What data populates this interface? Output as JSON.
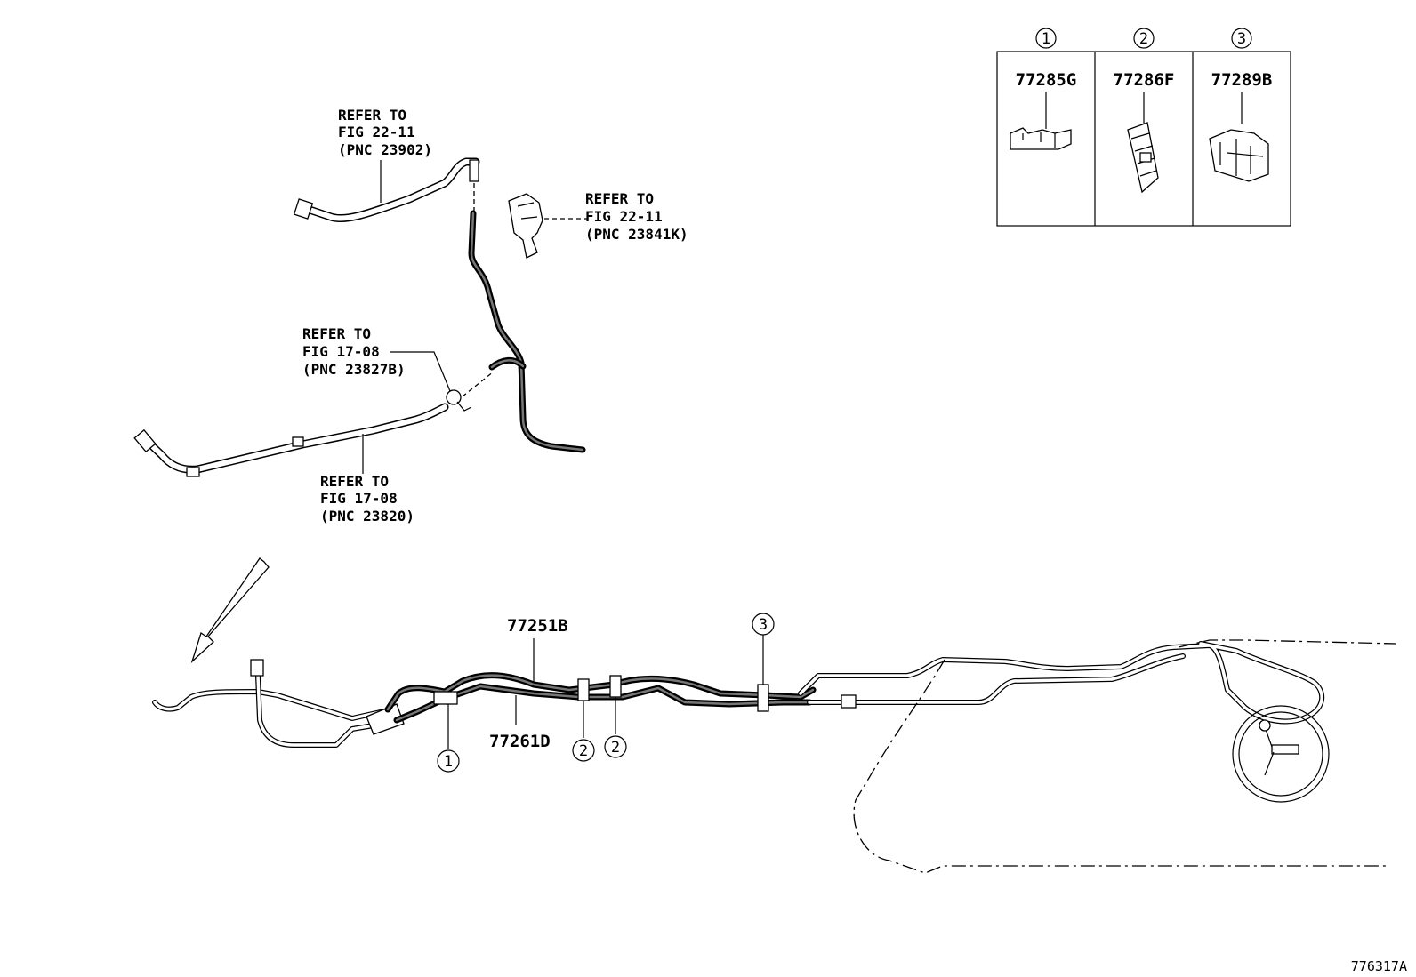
{
  "figure_id": "776317A",
  "references": {
    "ref_23902": {
      "line1": "REFER TO",
      "line2": "FIG 22-11",
      "line3": "(PNC 23902)"
    },
    "ref_23841k": {
      "line1": "REFER TO",
      "line2": "FIG 22-11",
      "line3": "(PNC 23841K)"
    },
    "ref_23827b": {
      "line1": "REFER TO",
      "line2": "FIG 17-08",
      "line3": "(PNC 23827B)"
    },
    "ref_23820": {
      "line1": "REFER TO",
      "line2": "FIG 17-08",
      "line3": "(PNC 23820)"
    }
  },
  "parts": {
    "tube_a": "77251B",
    "tube_b": "77261D"
  },
  "legend": {
    "columns": [
      {
        "marker": "1",
        "part_number": "77285G",
        "icon": "clamp-icon"
      },
      {
        "marker": "2",
        "part_number": "77286F",
        "icon": "clip-icon"
      },
      {
        "marker": "3",
        "part_number": "77289B",
        "icon": "bracket-clamp-icon"
      }
    ]
  },
  "callouts": {
    "clamp1": "1",
    "clip2a": "2",
    "clip2b": "2",
    "clamp3": "3"
  }
}
